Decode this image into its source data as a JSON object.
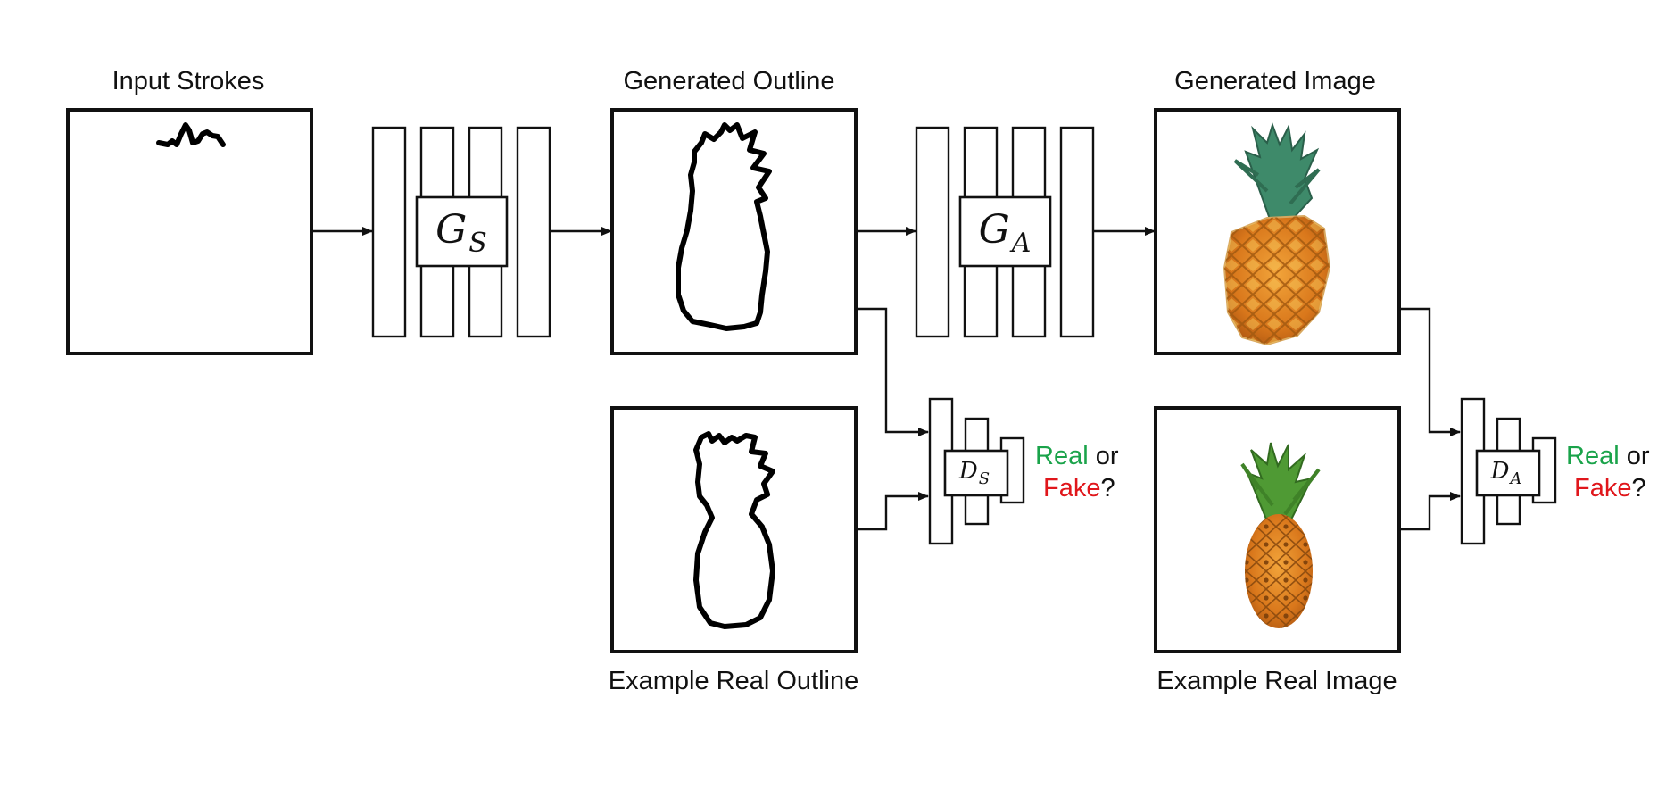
{
  "labels": {
    "input_strokes": "Input Strokes",
    "generated_outline": "Generated Outline",
    "generated_image": "Generated Image",
    "example_real_outline": "Example Real Outline",
    "example_real_image": "Example Real Image"
  },
  "networks": {
    "sketch_generator": {
      "letter": "G",
      "subscript": "S"
    },
    "appearance_generator": {
      "letter": "G",
      "subscript": "A"
    },
    "sketch_discriminator": {
      "letter": "D",
      "subscript": "S"
    },
    "appearance_discriminator": {
      "letter": "D",
      "subscript": "A"
    }
  },
  "discriminator_output": {
    "real": "Real",
    "or": "or",
    "fake": "Fake",
    "question": "?"
  },
  "colors": {
    "real": "#1aa34a",
    "fake": "#e0161b",
    "ink": "#111111"
  }
}
